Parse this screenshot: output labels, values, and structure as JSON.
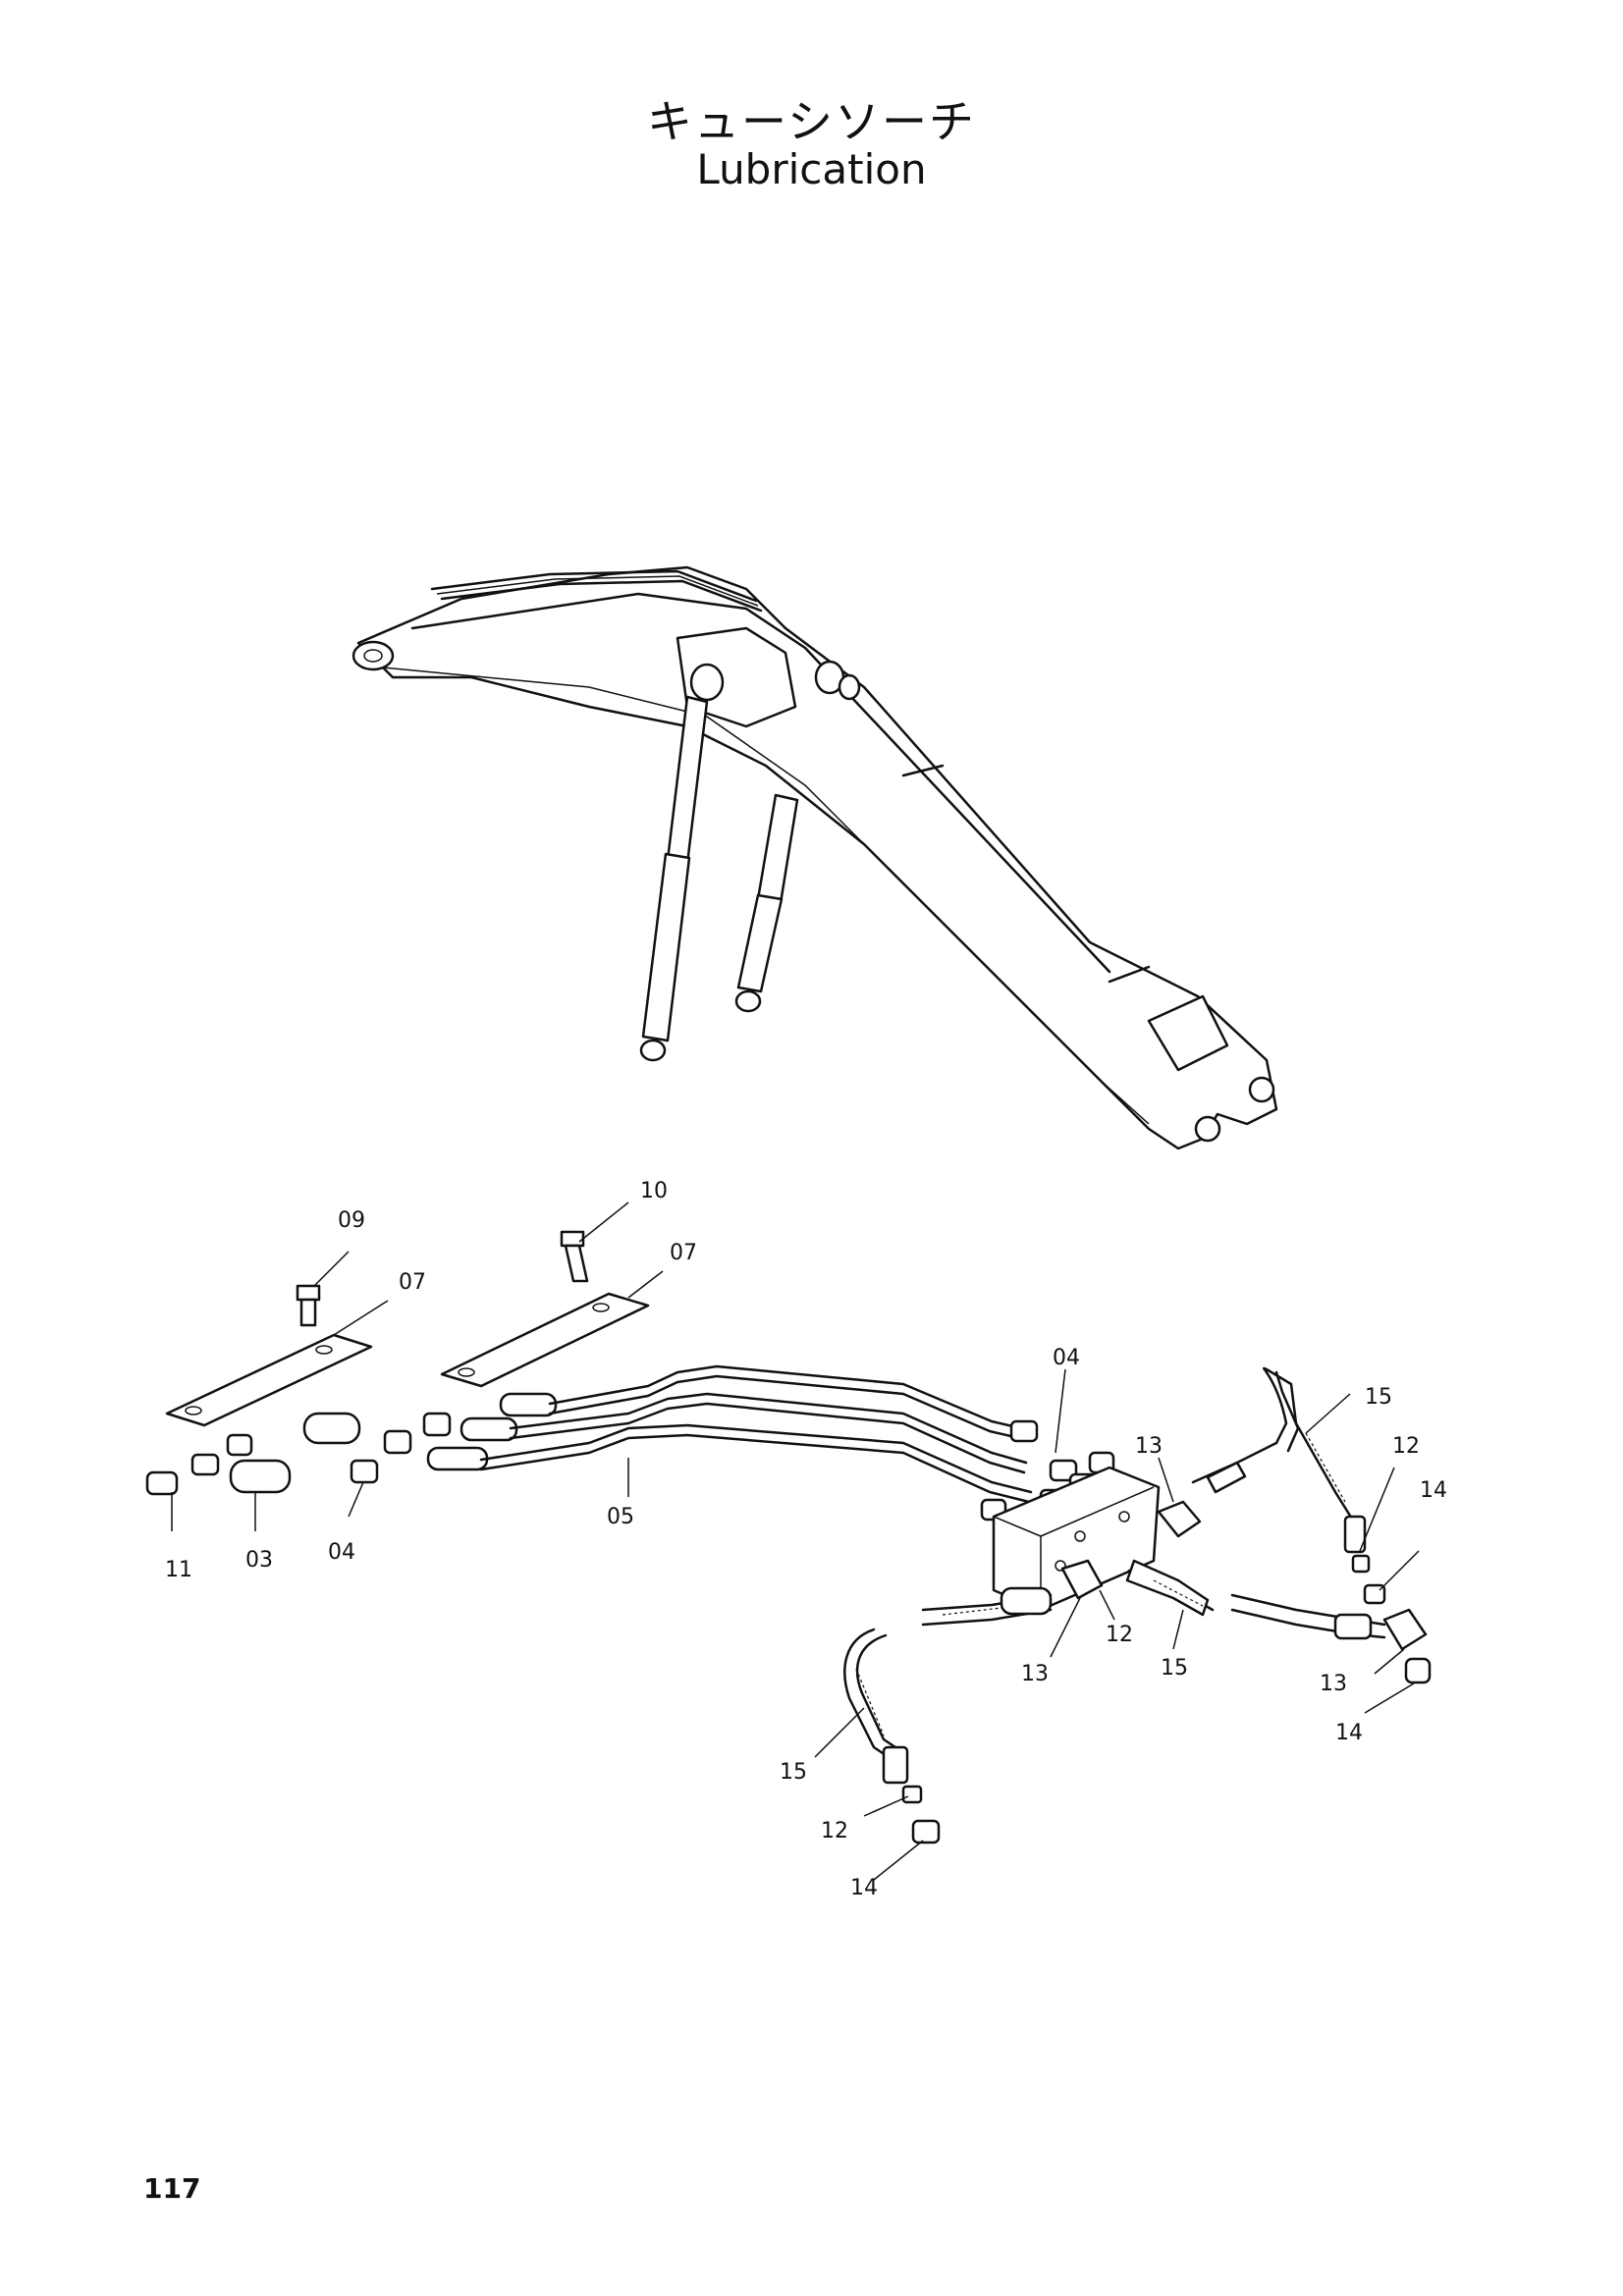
{
  "header": {
    "title_jp": "キューシソーチ",
    "title_en": "Lubrication"
  },
  "callouts": [
    {
      "id": "label-09a",
      "text": "09"
    },
    {
      "id": "label-07a",
      "text": "07"
    },
    {
      "id": "label-10",
      "text": "10"
    },
    {
      "id": "label-07b",
      "text": "07"
    },
    {
      "id": "label-04a",
      "text": "04"
    },
    {
      "id": "label-11",
      "text": "11"
    },
    {
      "id": "label-03",
      "text": "03"
    },
    {
      "id": "label-04b",
      "text": "04"
    },
    {
      "id": "label-05",
      "text": "05"
    },
    {
      "id": "label-13a",
      "text": "13"
    },
    {
      "id": "label-15a",
      "text": "15"
    },
    {
      "id": "label-12a",
      "text": "12"
    },
    {
      "id": "label-14a",
      "text": "14"
    },
    {
      "id": "label-13b",
      "text": "13"
    },
    {
      "id": "label-12b",
      "text": "12"
    },
    {
      "id": "label-15b",
      "text": "15"
    },
    {
      "id": "label-13c",
      "text": "13"
    },
    {
      "id": "label-14b",
      "text": "14"
    },
    {
      "id": "label-15c",
      "text": "15"
    },
    {
      "id": "label-12c",
      "text": "12"
    },
    {
      "id": "label-14c",
      "text": "14"
    }
  ],
  "footer": {
    "page_number": "117"
  }
}
